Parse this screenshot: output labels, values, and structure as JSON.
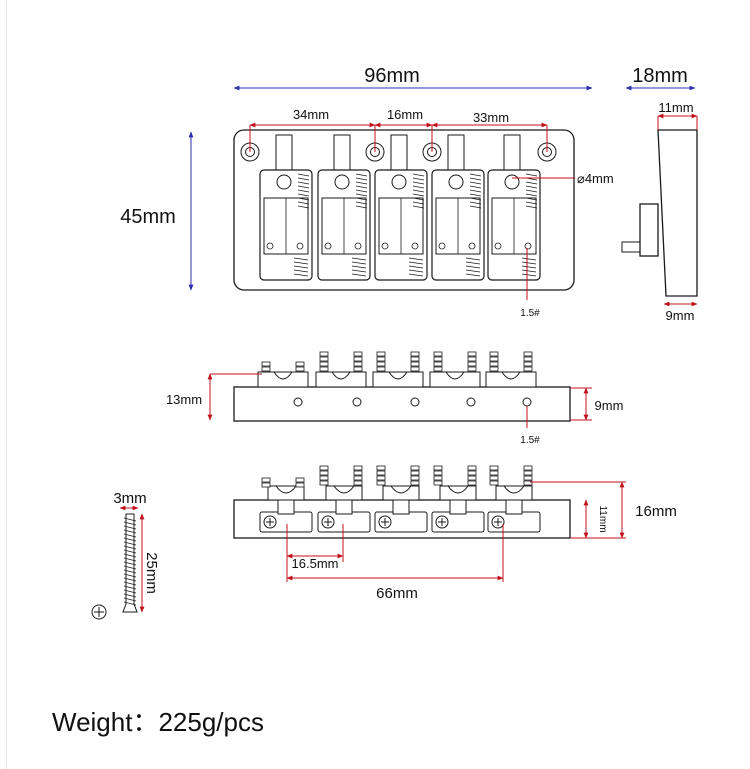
{
  "dimensions": {
    "overall_length": "96mm",
    "side_width": "18mm",
    "side_top": "11mm",
    "side_bottom": "9mm",
    "height": "45mm",
    "spacing_a": "34mm",
    "spacing_b": "16mm",
    "spacing_c": "33mm",
    "hole_diameter": "⌀4mm",
    "screw_size_top": "1.5#",
    "front_height": "13mm",
    "front_depth": "9mm",
    "screw_size_front": "1.5#",
    "back_height_outer": "16mm",
    "back_height_inner": "11mm",
    "saddle_spacing": "16.5mm",
    "screw_span": "66mm",
    "screw_width": "3mm",
    "screw_length": "25mm"
  },
  "weight": "Weight：225g/pcs"
}
